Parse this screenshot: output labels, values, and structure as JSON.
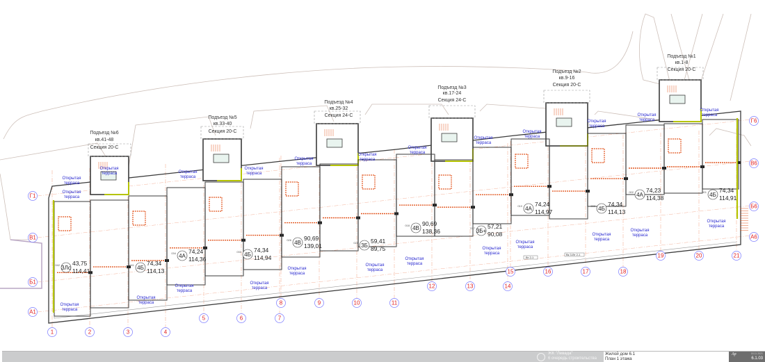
{
  "entrances": [
    {
      "title": "Подъезд №6",
      "apts": "кв.41-48",
      "section": "Секция 20-С"
    },
    {
      "title": "Подъезд №5",
      "apts": "кв.33-40",
      "section": "Секция 20-С"
    },
    {
      "title": "Подъезд №4",
      "apts": "кв.25-32",
      "section": "Секция 24-С"
    },
    {
      "title": "Подъезд №3",
      "apts": "кв.17-24",
      "section": "Секция 24-С"
    },
    {
      "title": "Подъезд №2",
      "apts": "кв.9-16",
      "section": "Секция 20-С"
    },
    {
      "title": "Подъезд №1",
      "apts": "кв.1-8",
      "section": "Секция 20-С"
    }
  ],
  "apartments": [
    {
      "num": "042",
      "type": "3Лс",
      "living": "43,75",
      "total": "114,41"
    },
    {
      "num": "041",
      "type": "4Б",
      "living": "74,34",
      "total": "114,13"
    },
    {
      "num": "034",
      "type": "4А",
      "living": "74,24",
      "total": "114,36"
    },
    {
      "num": "033",
      "type": "4Б",
      "living": "74,34",
      "total": "114,94"
    },
    {
      "num": "026",
      "type": "4В",
      "living": "90,69",
      "total": "139,01"
    },
    {
      "num": "025",
      "type": "3Б",
      "living": "59,41",
      "total": "89,75"
    },
    {
      "num": "018",
      "type": "4В",
      "living": "90,69",
      "total": "138,36"
    },
    {
      "num": "017",
      "type": "3Б+",
      "living": "57,21",
      "total": "90,08"
    },
    {
      "num": "010",
      "type": "4А",
      "living": "74,24",
      "total": "114,97"
    },
    {
      "num": "009",
      "type": "4Б",
      "living": "74,34",
      "total": "114,13"
    },
    {
      "num": "002",
      "type": "4А",
      "living": "74,23",
      "total": "114,38"
    },
    {
      "num": "001",
      "type": "4Б",
      "living": "74,34",
      "total": "114,91"
    }
  ],
  "terrace_label": {
    "line1": "Открытая",
    "line2": "терраса"
  },
  "axes_numeric": [
    "1",
    "2",
    "3",
    "4",
    "5",
    "6",
    "7",
    "8",
    "9",
    "10",
    "11",
    "12",
    "13",
    "14",
    "15",
    "16",
    "17",
    "18",
    "19",
    "20",
    "21"
  ],
  "axes_letter_left": [
    "Г1",
    "В1",
    "Б1",
    "А1"
  ],
  "axes_letter_right": [
    "Г6",
    "В6",
    "Б6",
    "А6"
  ],
  "section_marks": [
    "Вт 2-1",
    "Вк 3-Вт 2-1"
  ],
  "title_block": {
    "project_line1": "ЖК \"Левада\"",
    "project_line2": "6 очередь строительства",
    "doc_line1": "Жилой дом 6.1",
    "doc_line2": "План 1 этажа",
    "signature": "Ap",
    "date": "18.11.2021",
    "sheet_code": "6.1.03"
  },
  "colors": {
    "wall": "#3a3a3a",
    "partition": "#e25822",
    "insulation": "#b5c400",
    "axis": "#e02020",
    "axis_circle": "#7a7aff",
    "grid": "#f4b29a",
    "terrace_text": "#2a2ad0",
    "landscape": "#c9bdb6"
  }
}
